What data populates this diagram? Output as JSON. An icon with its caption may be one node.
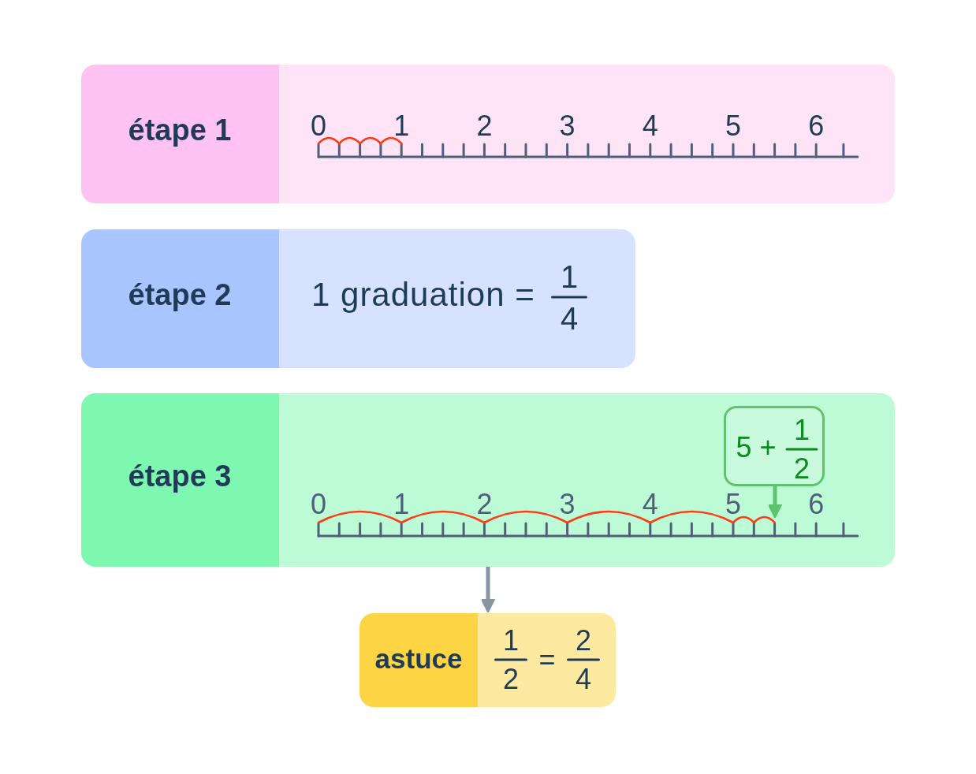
{
  "diagram": {
    "nodes": [
      {
        "text": [
          "étape 1"
        ]
      },
      {
        "text": [
          "étape 2",
          "1 graduation =",
          "1",
          "4"
        ]
      },
      {
        "text": [
          "étape 3"
        ]
      },
      {
        "text": [
          "5 +",
          "1",
          "2"
        ],
        "in": 2
      },
      {
        "text": [
          "astuce",
          "1",
          "2",
          "=",
          "2",
          "4"
        ]
      }
    ],
    "edges": [
      {
        "from": 2,
        "to": 4,
        "arrow": "to"
      },
      {
        "from": 3,
        "to": null,
        "arrow": "to",
        "color": "#5cc46d"
      }
    ],
    "labels": [
      "0",
      "1",
      "2",
      "3",
      "4",
      "5",
      "6",
      "0",
      "1",
      "2",
      "3",
      "4",
      "5",
      "6"
    ]
  }
}
